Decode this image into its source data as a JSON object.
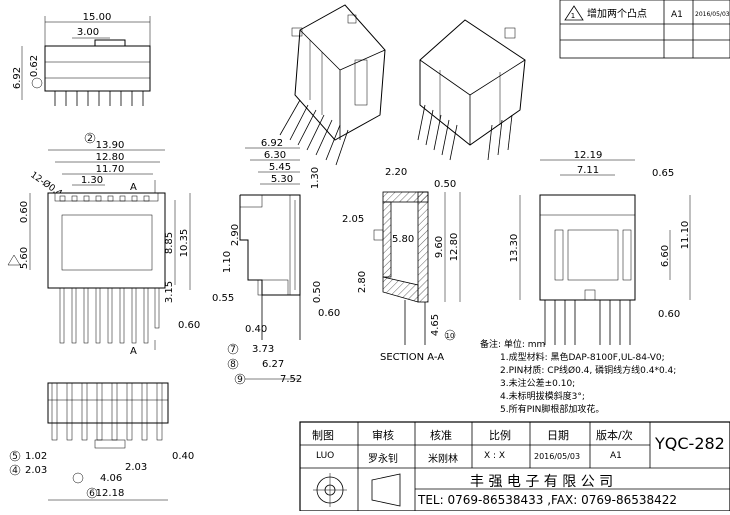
{
  "revision_block": {
    "change_text": "增加两个凸点",
    "version": "A1",
    "date": "2016/05/03"
  },
  "dimensions": {
    "top_view": {
      "overall_width": "15.00",
      "tab_width": "3.00",
      "height": "6.92",
      "pin_offset": "0.62"
    },
    "front_view": {
      "width_2": "13.90",
      "width_1": "12.80",
      "width_3": "11.70",
      "hole_note": "12-Ø0.40",
      "pitch": "1.30",
      "left_top": "0.60",
      "left_mid": "5.60",
      "right_a": "8.85",
      "right_b": "10.35",
      "right_c": "3.15",
      "pin_end": "0.60",
      "section_mark": "A"
    },
    "side_view": {
      "d1": "6.92",
      "d2": "6.30",
      "d3": "5.45",
      "d4": "5.30",
      "d5": "1.30",
      "d6": "2.90",
      "d7": "1.10",
      "d8": "0.55",
      "d9": "0.50",
      "d10": "0.40",
      "d11": "0.60",
      "d12": "3.73",
      "d13": "6.27",
      "d14": "7.52"
    },
    "section_view": {
      "d1": "2.20",
      "d2": "0.50",
      "d3": "2.05",
      "d4": "5.80",
      "d5": "9.60",
      "d6": "12.80",
      "d7": "2.80",
      "d8": "4.65",
      "label": "SECTION A-A"
    },
    "right_view": {
      "w": "12.19",
      "mid": "7.11",
      "edge": "0.65",
      "h1": "13.30",
      "h2": "11.10",
      "h3": "6.60",
      "pin": "0.60"
    },
    "bottom_view": {
      "d1": "1.02",
      "d2": "2.03",
      "d3": "0.40",
      "d4": "2.03",
      "d5": "4.06",
      "d6": "12.18"
    }
  },
  "callouts": {
    "c2": "2",
    "c4": "4",
    "c5": "5",
    "c6": "6",
    "c7": "7",
    "c8": "8",
    "c9": "9",
    "c10": "10"
  },
  "notes": {
    "header": "备注: 单位: mm",
    "items": [
      "1.成型材料: 黑色DAP-8100F,UL-84-V0;",
      "2.PIN材质: CP线Ø0.4, 磷铜线方线0.4*0.4;",
      "3.未注公差±0.10;",
      "4.未标明拔模斜度3°;",
      "5.所有PIN脚根部加攻花。"
    ]
  },
  "title_block": {
    "headers": [
      "制图",
      "审核",
      "核准",
      "比例",
      "日期",
      "版本/次"
    ],
    "values": [
      "LUO",
      "罗永钊",
      "米刚林",
      "X : X",
      "2016/05/03",
      "A1"
    ],
    "part_no": "YQC-282",
    "company": "丰 强 电 子 有 限 公 司",
    "contact": "TEL: 0769-86538433 ,FAX: 0769-86538422"
  }
}
